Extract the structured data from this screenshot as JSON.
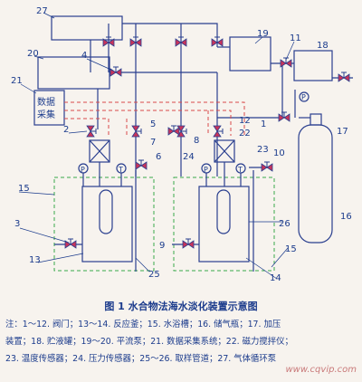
{
  "labels": {
    "n1": "1",
    "n2": "2",
    "n3": "3",
    "n4": "4",
    "n5": "5",
    "n6": "6",
    "n7": "7",
    "n8": "8",
    "n9": "9",
    "n10": "10",
    "n11": "11",
    "n12": "12",
    "n13": "13",
    "n14": "14",
    "n15a": "15",
    "n15b": "15",
    "n16": "16",
    "n17": "17",
    "n18": "18",
    "n19": "19",
    "n20": "20",
    "n21": "21",
    "n22": "22",
    "n23": "23",
    "n24": "24",
    "n25": "25",
    "n26": "26",
    "n27": "27",
    "data_box_line1": "数据",
    "data_box_line2": "采集",
    "gauge_p": "P",
    "gauge_t": "T"
  },
  "caption": "图 1   水合物法海水淡化装置示意图",
  "notes": [
    "注：1～12. 阀门；13～14. 反应釜；15. 水浴槽；16. 储气瓶；17. 加压",
    "装置；18. 贮液罐；19～20. 平流泵；21. 数据采集系统；22. 磁力搅拌仪；",
    "23. 温度传感器；24. 压力传感器；25～26. 取样管道；27. 气体循环泵"
  ],
  "watermark": "www.cqvip.com"
}
